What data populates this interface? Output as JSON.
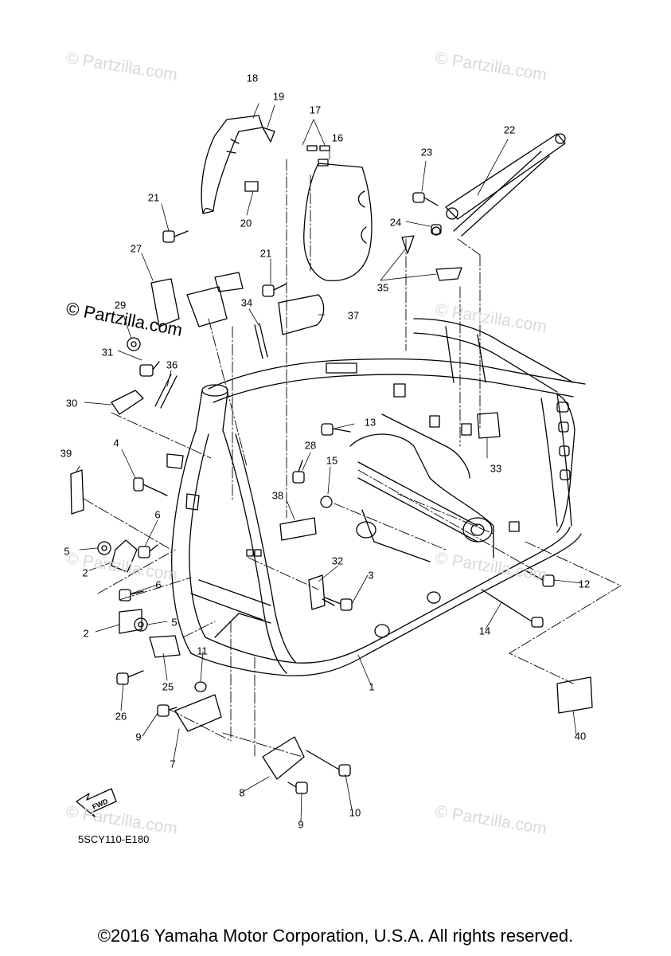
{
  "callouts": [
    "1",
    "2",
    "2",
    "3",
    "4",
    "5",
    "5",
    "6",
    "6",
    "7",
    "8",
    "9",
    "9",
    "10",
    "11",
    "12",
    "13",
    "14",
    "15",
    "16",
    "17",
    "18",
    "19",
    "20",
    "21",
    "21",
    "22",
    "23",
    "24",
    "25",
    "26",
    "27",
    "28",
    "29",
    "30",
    "31",
    "32",
    "33",
    "34",
    "35",
    "36",
    "37",
    "38",
    "39",
    "40"
  ],
  "watermark": {
    "light": "© Partzilla.com",
    "dark": "© Partzilla.com"
  },
  "fwd_label": "FWD",
  "diagram_code": "5SCY110-E180",
  "copyright": "©2016 Yamaha Motor Corporation, U.S.A. All rights reserved."
}
